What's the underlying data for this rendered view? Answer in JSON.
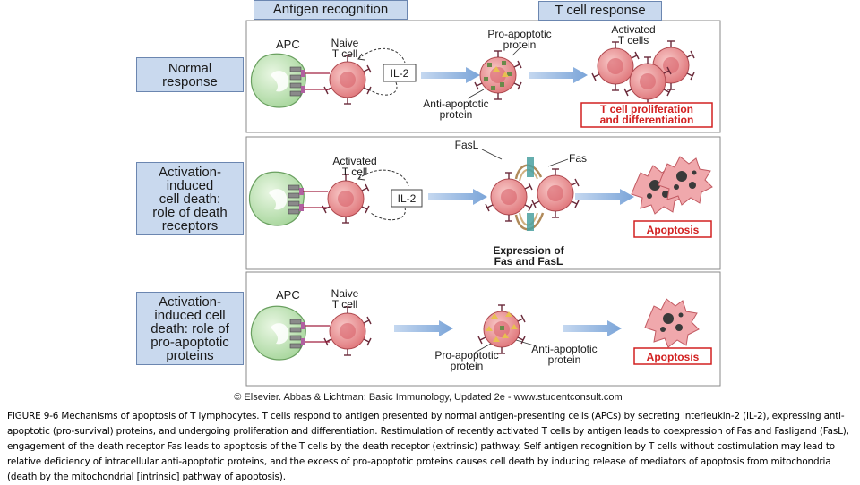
{
  "headers": {
    "left": "Antigen recognition",
    "right": "T cell response"
  },
  "rows": [
    {
      "label_lines": [
        "Normal",
        "response"
      ],
      "apc": "APC",
      "tcell_lines": [
        "Naive",
        "T cell"
      ],
      "il2": "IL-2",
      "pro_lines": [
        "Pro-apoptotic",
        "protein"
      ],
      "anti_lines": [
        "Anti-apoptotic",
        "protein"
      ],
      "activated_lines": [
        "Activated",
        "T cells"
      ],
      "result_lines": [
        "T cell proliferation",
        "and differentiation"
      ]
    },
    {
      "label_lines": [
        "Activation-",
        "induced",
        "cell death:",
        "role of death",
        "receptors"
      ],
      "tcell_lines": [
        "Activated",
        "T cell"
      ],
      "il2": "IL-2",
      "fasl": "FasL",
      "fas": "Fas",
      "expression_lines": [
        "Expression of",
        "Fas and FasL"
      ],
      "result": "Apoptosis"
    },
    {
      "label_lines": [
        "Activation-",
        "induced cell",
        "death: role of",
        "pro-apoptotic",
        "proteins"
      ],
      "apc": "APC",
      "tcell_lines": [
        "Naive",
        "T cell"
      ],
      "pro_lines": [
        "Pro-apoptotic",
        "protein"
      ],
      "anti_lines": [
        "Anti-apoptotic",
        "protein"
      ],
      "result": "Apoptosis"
    }
  ],
  "copyright": "© Elsevier. Abbas & Lichtman: Basic Immunology, Updated 2e - www.studentconsult.com",
  "caption": "FIGURE 9-6 Mechanisms of apoptosis of T lymphocytes. T cells respond to antigen presented by normal antigen-presenting cells (APCs) by secreting interleukin-2 (IL-2), expressing anti-apoptotic (pro-survival) proteins, and undergoing proliferation and differentiation. Restimulation of recently activated T cells by antigen leads to coexpression of Fas and Fasligand (FasL), engagement of the death receptor Fas leads to apoptosis of the T cells by the death receptor (extrinsic) pathway. Self antigen recognition by T cells without costimulation may lead to relative deficiency of intracellular anti-apoptotic proteins, and the excess of pro-apoptotic proteins causes cell death by inducing release of mediators of apoptosis from mitochondria (death by the mitochondrial [intrinsic] pathway of apoptosis).",
  "colors": {
    "label_fill": "#c9d9ee",
    "panel_border": "#8a8a8a",
    "cell_fill": "#e8878a",
    "apc_fill": "#b8e0b0",
    "accent_red": "#d22020",
    "arrow_fill": "#8fb3e0"
  }
}
